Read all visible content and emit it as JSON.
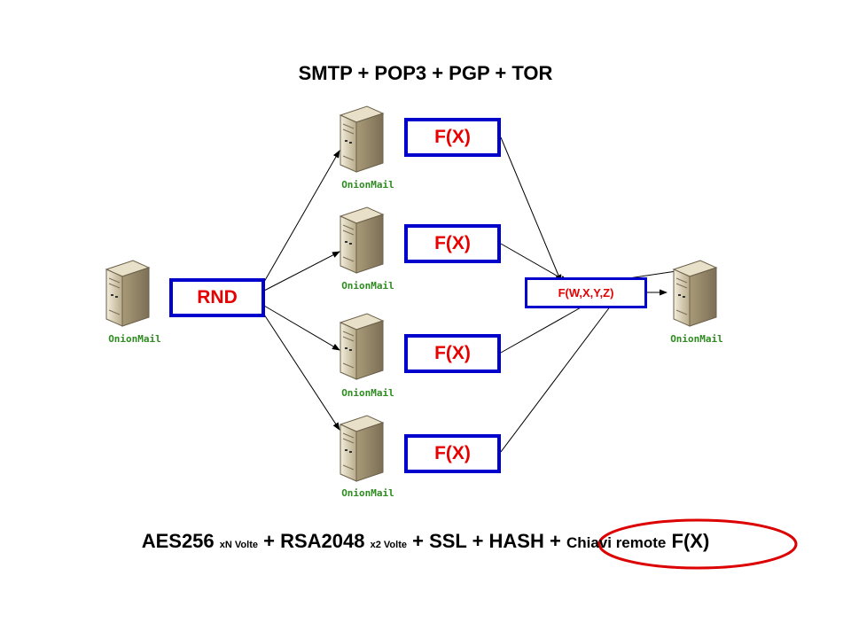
{
  "diagram": {
    "title": "SMTP + POP3 + PGP + TOR",
    "rnd_label": "RND",
    "fx_label": "F(X)",
    "combine_label": "F(W,X,Y,Z)",
    "server_label": "OnionMail",
    "bottom": {
      "aes": "AES256",
      "aes_sub": "xN Volte",
      "plus1": "+",
      "rsa": "RSA2048",
      "rsa_sub": "x2 Volte",
      "ssl_hash": "+ SSL + HASH +",
      "remote_keys": "Chiavi remote",
      "remote_fx": "F(X)"
    },
    "colors": {
      "box_border": "#0000cc",
      "box_text": "#e60000",
      "server_label": "#2e8b20",
      "highlight_ellipse": "#dd0000"
    }
  }
}
